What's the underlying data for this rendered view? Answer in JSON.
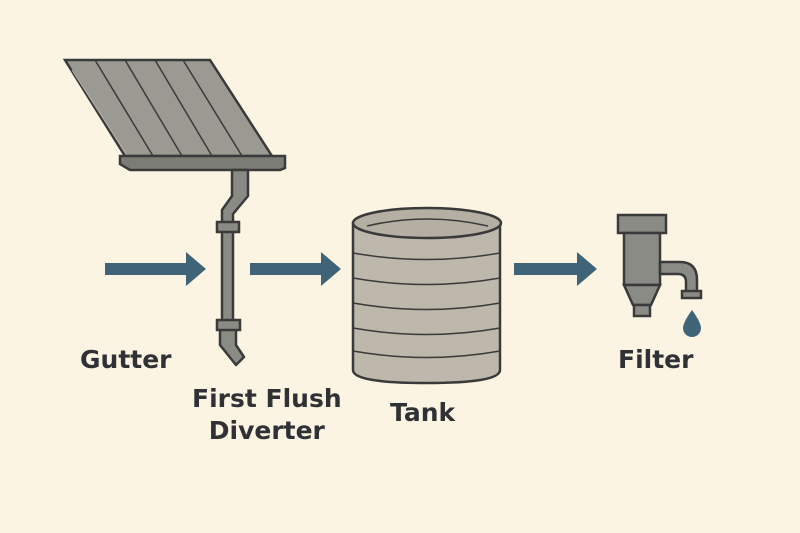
{
  "labels": {
    "gutter": "Gutter",
    "diverter_line1": "First Flush",
    "diverter_line2": "Diverter",
    "tank": "Tank",
    "filter": "Filter"
  },
  "colors": {
    "background": "#fcf4e3",
    "arrow": "#3f6478",
    "water_drop": "#3f6478",
    "metal": "#8b8b85",
    "tank": "#bdb8ab",
    "outline": "#3a3a3a"
  },
  "icons": [
    "roof-panel-icon",
    "downspout-icon",
    "tank-icon",
    "filter-icon",
    "water-drop-icon",
    "flow-arrow-icon"
  ]
}
